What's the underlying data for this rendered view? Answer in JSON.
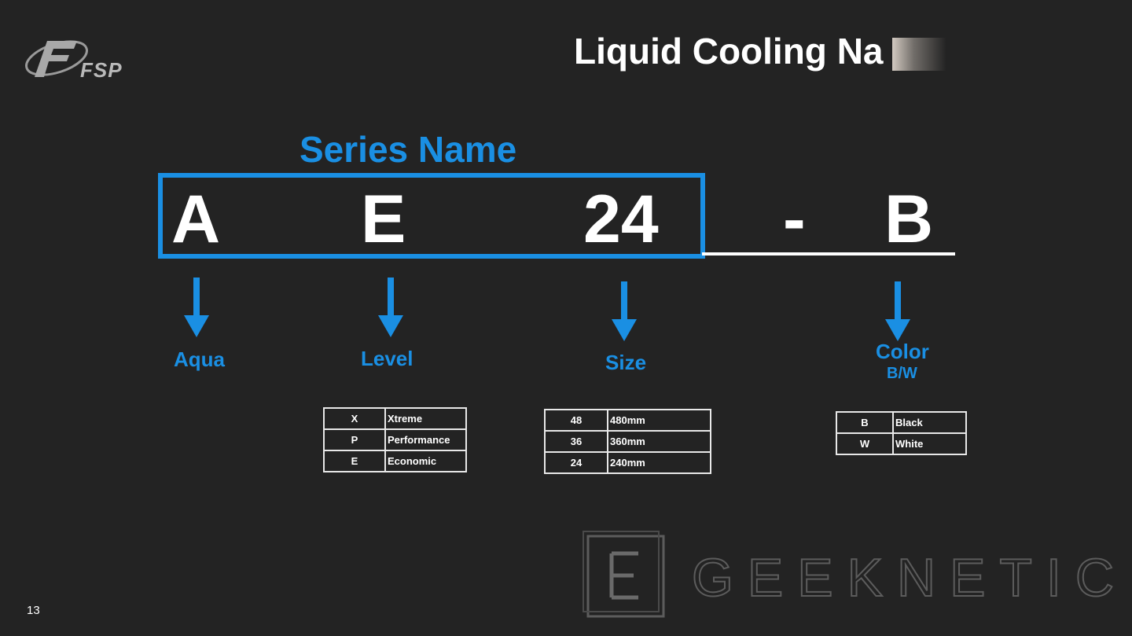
{
  "logo": {
    "text": "FSP",
    "icon": "fsp-logo-mark"
  },
  "title": "Liquid Cooling Na",
  "series_name": "Series Name",
  "code_parts": {
    "first": "A",
    "second": "E",
    "third": "24",
    "separator": "-",
    "fourth": "B"
  },
  "labels": {
    "aqua": "Aqua",
    "level": "Level",
    "size": "Size",
    "color": "Color",
    "color_sub": "B/W"
  },
  "level_table": [
    {
      "code": "X",
      "name": "Xtreme"
    },
    {
      "code": "P",
      "name": "Performance"
    },
    {
      "code": "E",
      "name": "Economic"
    }
  ],
  "size_table": [
    {
      "code": "48",
      "name": "480mm"
    },
    {
      "code": "36",
      "name": "360mm"
    },
    {
      "code": "24",
      "name": "240mm"
    }
  ],
  "color_table": [
    {
      "code": "B",
      "name": "Black"
    },
    {
      "code": "W",
      "name": "White"
    }
  ],
  "page_number": "13",
  "watermark": "GEEKNETIC",
  "colors": {
    "accent": "#1a8fe3",
    "background": "#232323",
    "text": "#ffffff"
  }
}
